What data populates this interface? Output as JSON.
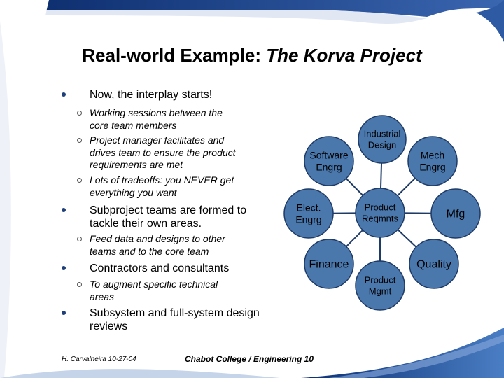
{
  "slide": {
    "title_plain": "Real-world Example:",
    "title_italic": "The Korva Project"
  },
  "bullets": [
    {
      "text": [
        "Now, the interplay starts!"
      ]
    },
    {
      "text": [
        "Subproject teams are formed to",
        "tackle their own areas."
      ]
    },
    {
      "text": [
        "Contractors and consultants"
      ]
    },
    {
      "text": [
        "Subsystem and full-system design",
        "reviews"
      ]
    }
  ],
  "subbullets": [
    {
      "lines": [
        "Working sessions between the",
        "core team members"
      ]
    },
    {
      "lines": [
        "Project manager facilitates and",
        "drives team to ensure the product",
        "requirements are met"
      ]
    },
    {
      "lines": [
        "Lots of tradeoffs: you NEVER get",
        "everything you want"
      ]
    },
    {
      "lines": [
        "Feed data and designs to other",
        "teams and to the core team"
      ]
    },
    {
      "lines": [
        "To augment specific technical",
        "areas"
      ]
    }
  ],
  "diagram": {
    "nodes": [
      {
        "id": "center",
        "lines": [
          "Product",
          "Reqmnts"
        ]
      },
      {
        "id": "industrial",
        "lines": [
          "Industrial",
          "Design"
        ]
      },
      {
        "id": "software",
        "lines": [
          "Software",
          "Engrg"
        ]
      },
      {
        "id": "mech",
        "lines": [
          "Mech",
          "Engrg"
        ]
      },
      {
        "id": "elect",
        "lines": [
          "Elect.",
          "Engrg"
        ]
      },
      {
        "id": "mfg",
        "lines": [
          "Mfg"
        ]
      },
      {
        "id": "finance",
        "lines": [
          "Finance"
        ]
      },
      {
        "id": "quality",
        "lines": [
          "Quality"
        ]
      },
      {
        "id": "mgmt",
        "lines": [
          "Product",
          "Mgmt"
        ]
      }
    ],
    "colors": {
      "fill": "#4a78ad",
      "stroke": "#1e3a66"
    }
  },
  "footer": {
    "author": "H. Carvalheira 10-27-04",
    "course": "Chabot College / Engineering 10"
  }
}
